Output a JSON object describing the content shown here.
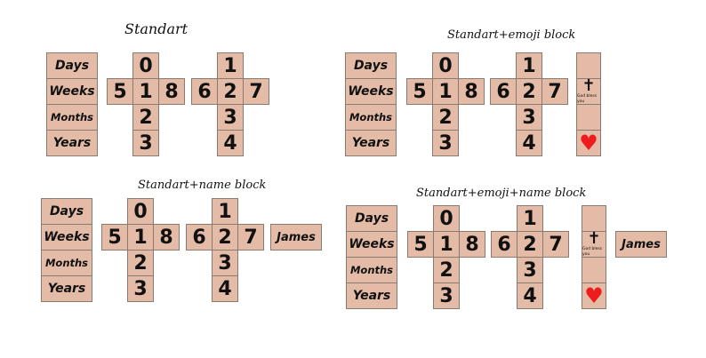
{
  "titles": {
    "standart": "Standart",
    "emoji": "Standart+emoji block",
    "name": "Standart+name block",
    "emoji_name": "Standart+emoji+name block"
  },
  "labels": [
    "Days",
    "Weeks",
    "Months",
    "Years"
  ],
  "cube1": {
    "top": "0",
    "left": "5",
    "center": "1",
    "right": "8",
    "bottom1": "2",
    "bottom2": "3"
  },
  "cube2": {
    "top": "1",
    "left": "6",
    "center": "2",
    "right": "7",
    "bottom1": "3",
    "bottom2": "4"
  },
  "emoji_block": {
    "cross_icon": "cross-icon",
    "caption": "God bless you",
    "heart_icon": "heart-icon",
    "heart_color": "#ee1c1c"
  },
  "name_block": {
    "name": "James"
  },
  "colors": {
    "block_fill": "#e4bba6",
    "block_border": "#8a7a70"
  }
}
